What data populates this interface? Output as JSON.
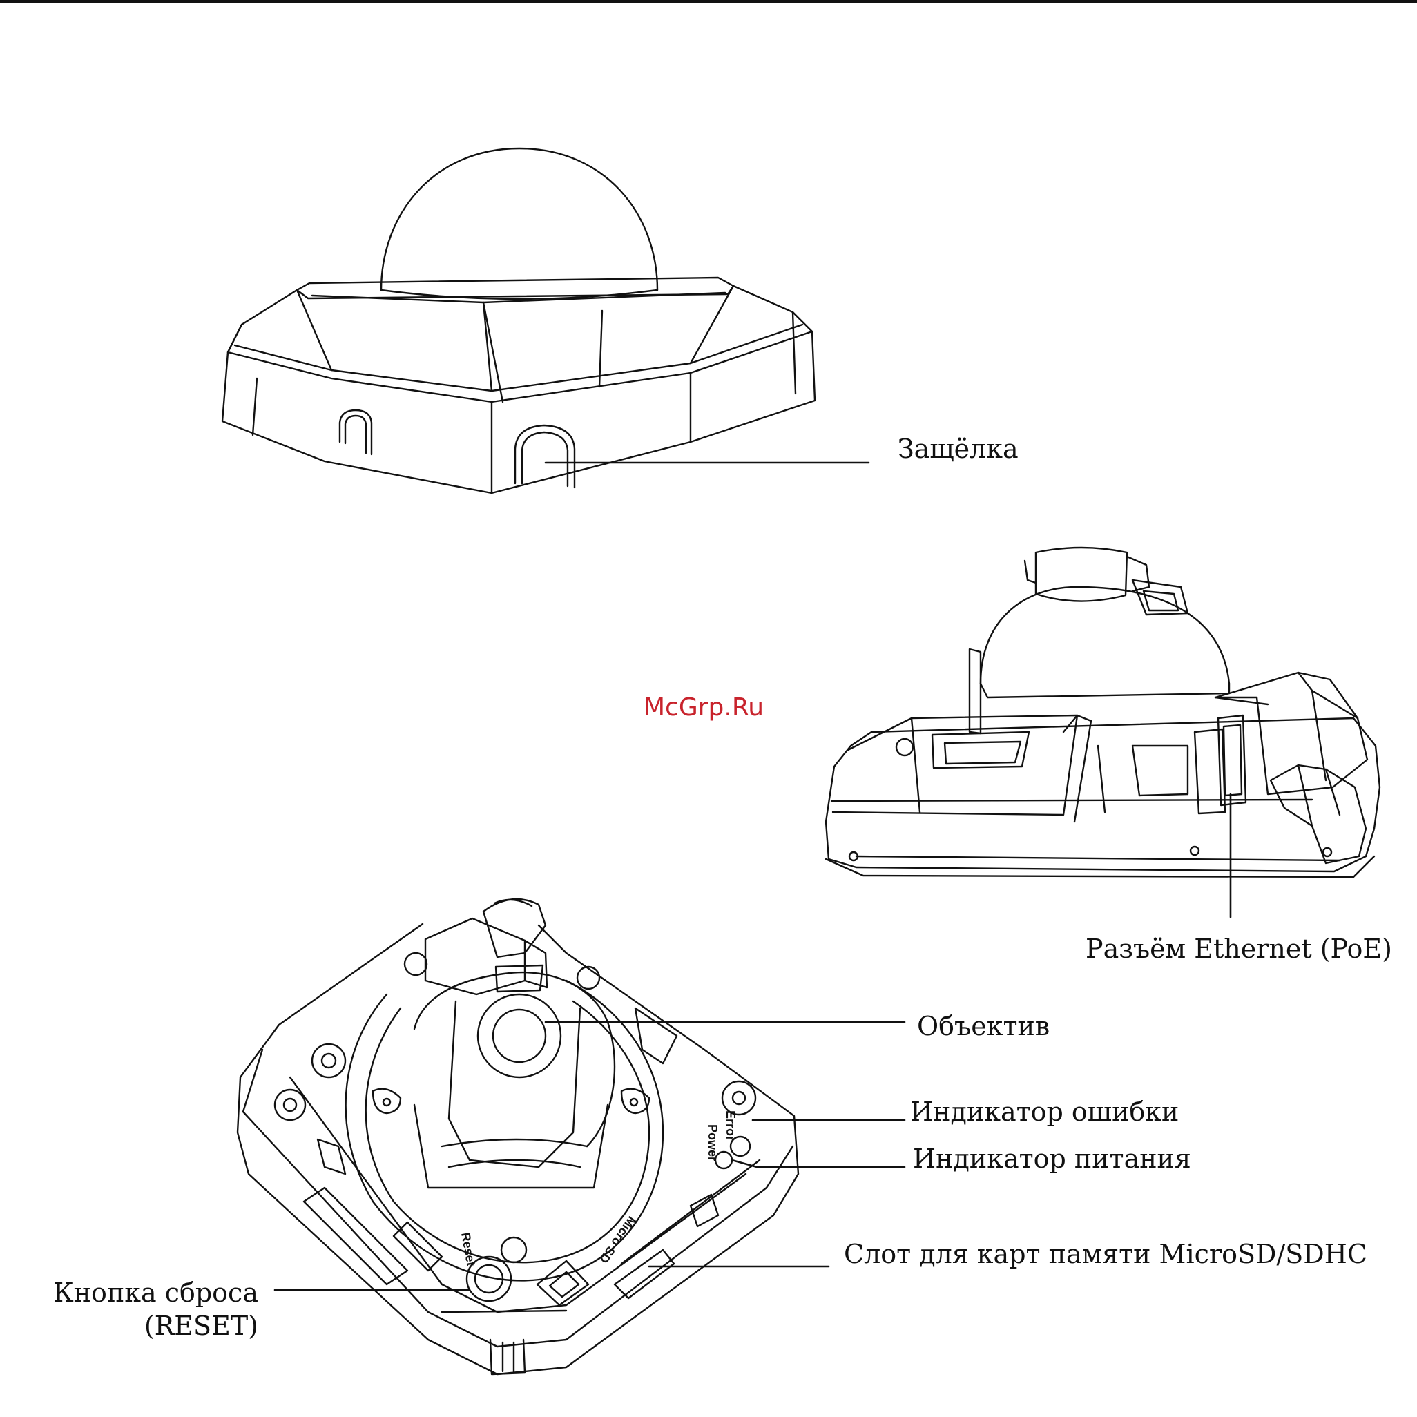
{
  "colors": {
    "line": "#111111",
    "watermark": "#c8232c",
    "background": "#ffffff"
  },
  "watermark": "McGrp.Ru",
  "labels": {
    "latch": "Защёлка",
    "ethernet": "Разъём Ethernet (PoE)",
    "lens": "Объектив",
    "error_led": "Индикатор ошибки",
    "power_led": "Индикатор питания",
    "sd_slot": "Слот для карт памяти MicroSD/SDHC",
    "reset_line1": "Кнопка сброса",
    "reset_line2": "(RESET)"
  },
  "board_text": {
    "power": "Power",
    "error": "Error",
    "micro_sd": "Micro SD",
    "reset": "Reset"
  }
}
